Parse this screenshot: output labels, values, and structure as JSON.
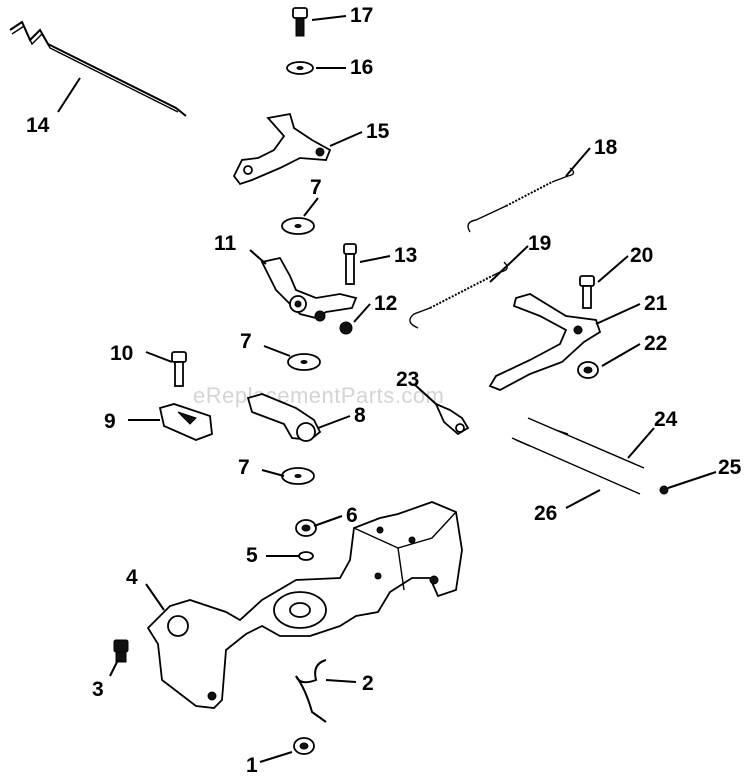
{
  "watermark": "eReplacementParts.com",
  "callouts": {
    "p1": "1",
    "p2": "2",
    "p3": "3",
    "p4": "4",
    "p5": "5",
    "p6": "6",
    "p7a": "7",
    "p7b": "7",
    "p7c": "7",
    "p8": "8",
    "p9": "9",
    "p10": "10",
    "p11": "11",
    "p12": "12",
    "p13": "13",
    "p14": "14",
    "p15": "15",
    "p16": "16",
    "p17": "17",
    "p18": "18",
    "p19": "19",
    "p20": "20",
    "p21": "21",
    "p22": "22",
    "p23": "23",
    "p24": "24",
    "p25": "25",
    "p26": "26"
  }
}
